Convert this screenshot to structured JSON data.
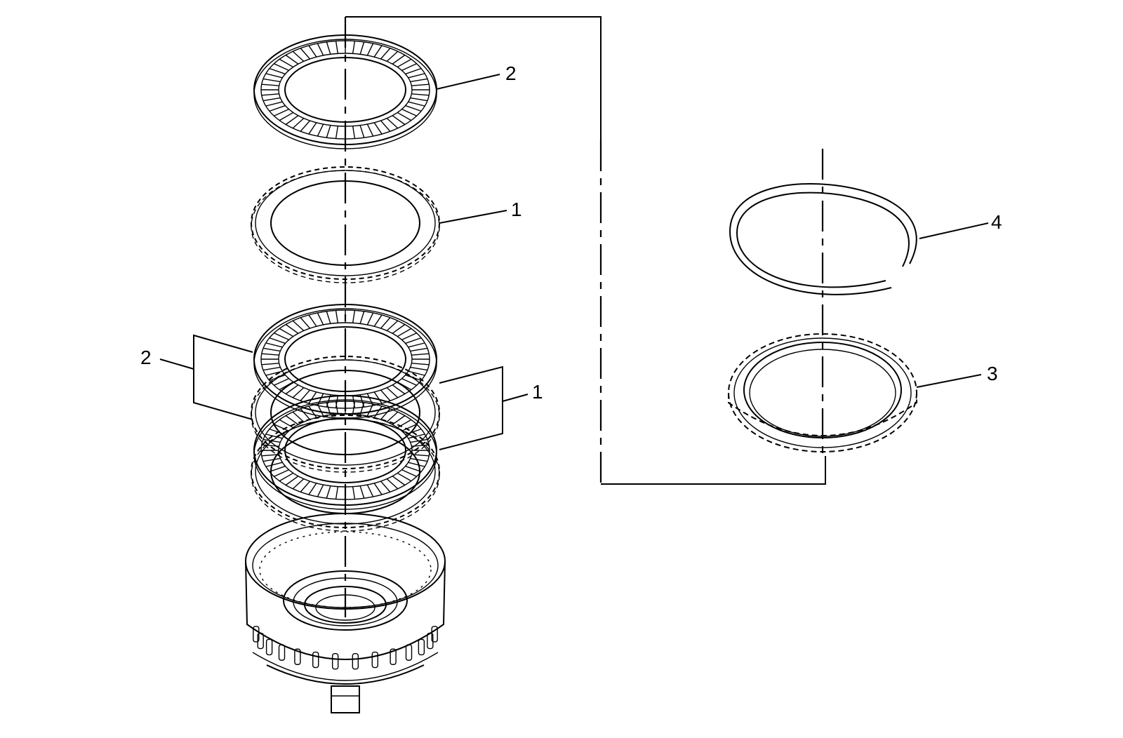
{
  "callouts": {
    "top_friction_plate": "2",
    "top_steel_plate": "1",
    "stack_friction_plates": "2",
    "stack_steel_plates": "1",
    "snap_ring": "4",
    "backing_plate": "3"
  },
  "colors": {
    "ink": "#000000",
    "paper": "#ffffff"
  }
}
